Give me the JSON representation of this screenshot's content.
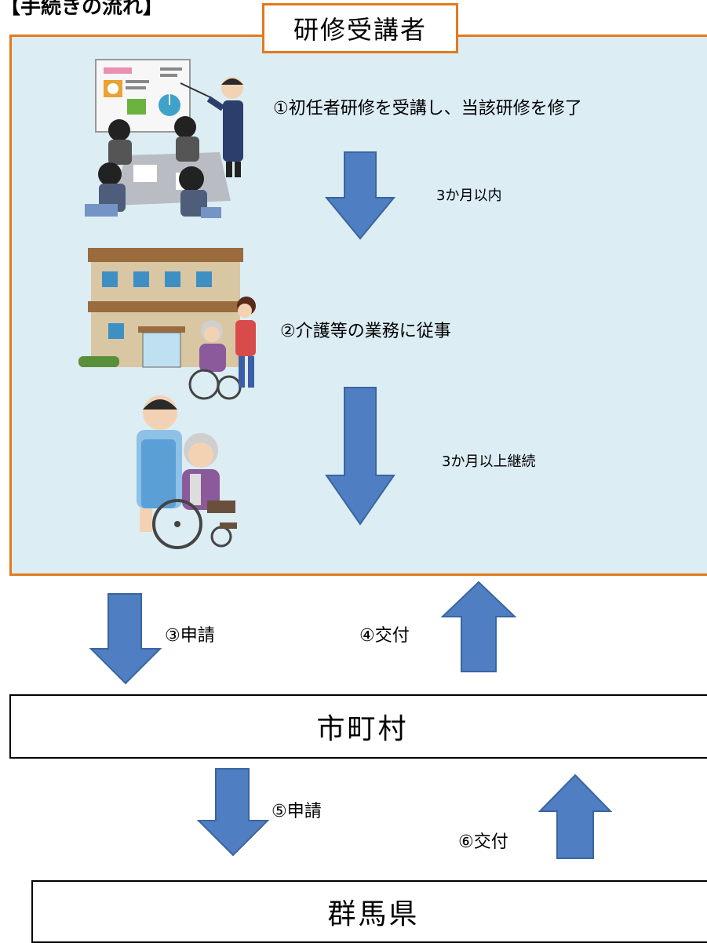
{
  "colors": {
    "panel_bg": "#dcedf3",
    "panel_border": "#e27a1c",
    "arrow_fill": "#4f7fc2",
    "arrow_stroke": "#3a659f"
  },
  "header_fragment": "【手続きの流れ】",
  "panel": {
    "title": "研修受講者",
    "steps": [
      {
        "label": "①初任者研修を受講し、当該研修を修了"
      },
      {
        "label": "3か月以内"
      },
      {
        "label": "②介護等の業務に従事"
      },
      {
        "label": "3か月以上継続"
      }
    ]
  },
  "municipality_flow": {
    "apply_label": "③申請",
    "issue_label": "④交付"
  },
  "municipality_box": "市町村",
  "prefecture_flow": {
    "apply_label": "⑤申請",
    "issue_label": "⑥交付"
  },
  "prefecture_box": "群馬県",
  "illustrations": [
    "training-seminar-illustration",
    "care-facility-building-illustration",
    "wheelchair-care-illustration"
  ]
}
